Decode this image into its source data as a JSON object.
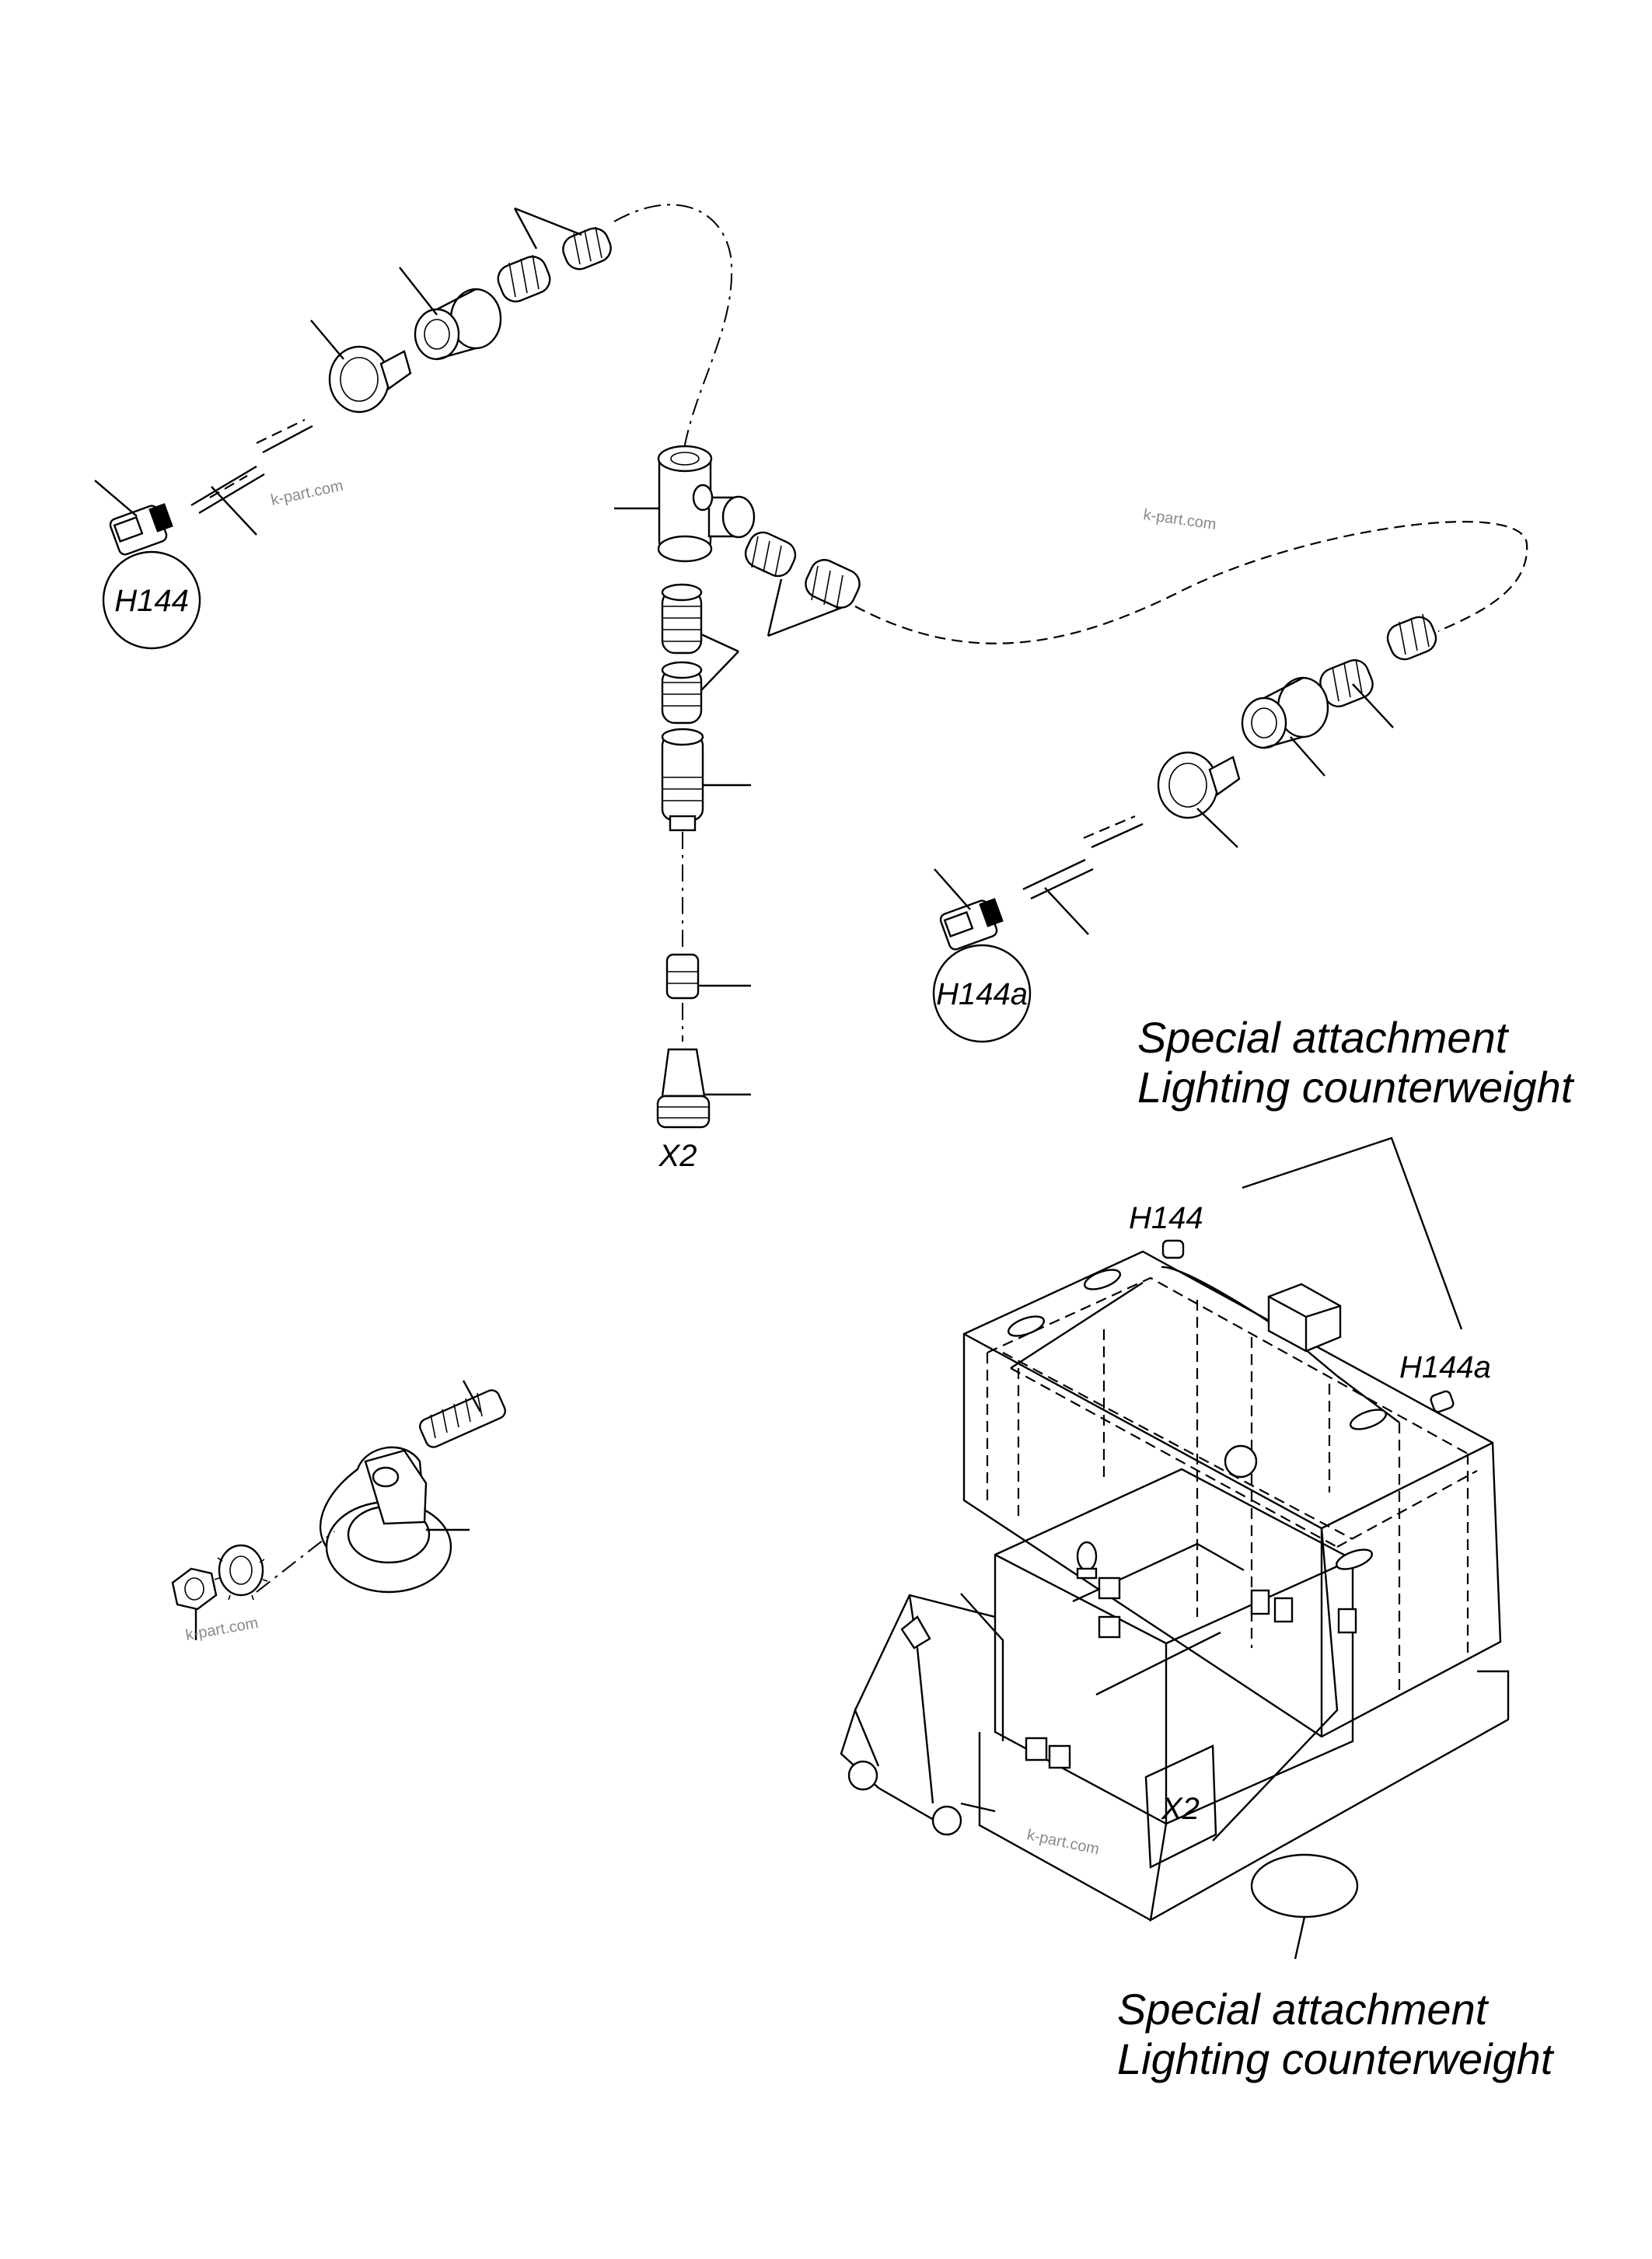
{
  "labels": {
    "h144_circle": "H144",
    "h144a_circle": "H144a",
    "x2_connector": "X2",
    "h144_machine": "H144",
    "h144a_machine": "H144a",
    "x2_machine": "X2"
  },
  "captions": {
    "upper_line1": "Special attachment",
    "upper_line2": "Lighting counterweight",
    "lower_line1": "Special attachment",
    "lower_line2": "Lighting counterweight"
  },
  "watermark": "k-part.com"
}
